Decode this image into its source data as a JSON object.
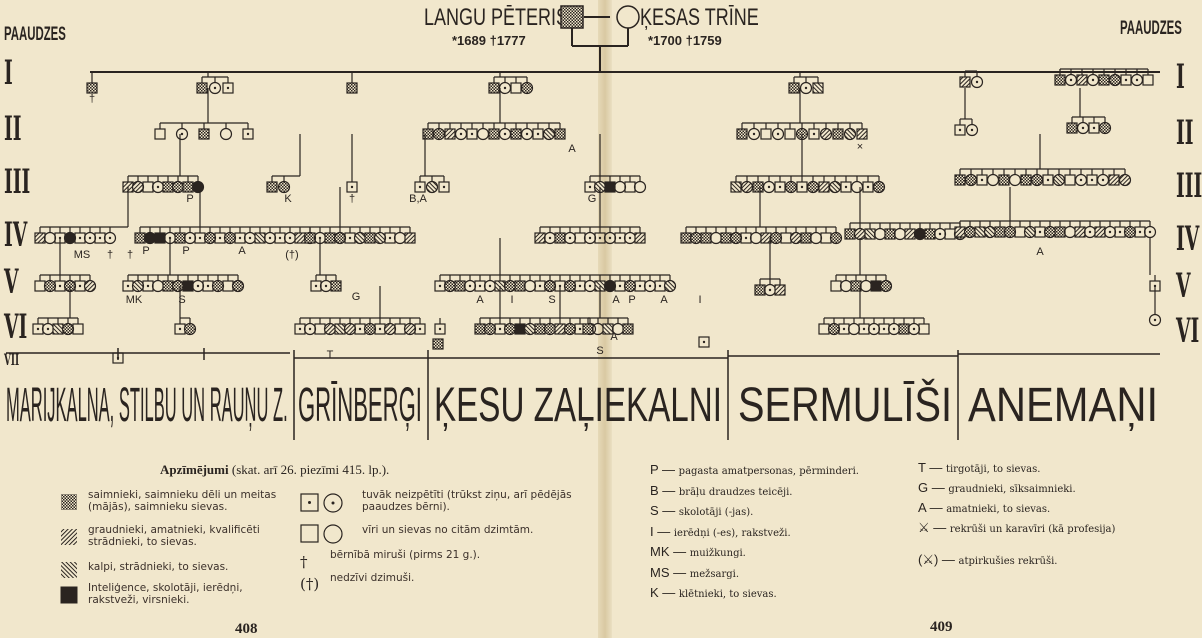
{
  "header": {
    "generations_label_left": "PAAUDZES",
    "generations_label_right": "PAAUDZES",
    "progenitor_male": {
      "name": "LANGU PĒTERIS",
      "dates": "*1689 †1777"
    },
    "progenitor_female": {
      "name": "ĶESAS TRĪNE",
      "dates": "*1700 †1759"
    }
  },
  "generations_left": [
    "I",
    "II",
    "III",
    "IV",
    "V",
    "VI",
    "VII"
  ],
  "generations_right": [
    "I",
    "II",
    "III",
    "IV",
    "V",
    "VI"
  ],
  "branches": [
    {
      "name": "MARIJKALNA, STILBU UN RAUŅU Z."
    },
    {
      "name": "GRĪNBERĢI"
    },
    {
      "name": "ĶESU ZAĻIEKALNI"
    },
    {
      "name": "SERMULĪŠI"
    },
    {
      "name": "ANEMAŅI"
    }
  ],
  "tree_labels": [
    "†",
    "P",
    "K",
    "†",
    "B,A",
    "G",
    "A",
    "†",
    "†",
    "MS",
    "P",
    "P",
    "A",
    "(†)",
    "MK",
    "S",
    "G",
    "A",
    "I",
    "S",
    "A",
    "P",
    "A",
    "I",
    "A",
    "S",
    "T",
    "A",
    "×"
  ],
  "legend": {
    "title_bold": "Apzīmējumi",
    "title_rest": "(skat. arī 26. piezīmi 415. lp.).",
    "symbols": [
      {
        "icon": "checkered-square",
        "text": "saimnieki, saimnieku dēli un meitas (mājās), saimnieku sievas."
      },
      {
        "icon": "hatched-square",
        "text": "graudnieki, amatnieki, kvalificēti strādnieki, to sievas."
      },
      {
        "icon": "striped-square",
        "text": "kalpi, strādnieki, to sievas."
      },
      {
        "icon": "black-square",
        "text": "Inteliģence, skolotāji, ierēdņi, rakstveži, virsnieki."
      },
      {
        "icon": "dotted-square-circle",
        "text": "tuvāk neizpētīti (trūkst ziņu, arī pēdējās paaudzes bērni)."
      },
      {
        "icon": "empty-square-circle",
        "text": "vīri un sievas no citām dzimtām."
      },
      {
        "icon": "cross",
        "glyph": "†",
        "text": "bērnībā miruši (pirms 21 g.)."
      },
      {
        "icon": "bracketed-cross",
        "glyph": "(†)",
        "text": "nedzīvi dzimuši."
      }
    ],
    "abbreviations": [
      {
        "abbr": "P",
        "text": "pagasta amatpersonas, pērminderi."
      },
      {
        "abbr": "B",
        "text": "brāļu draudzes teicēji."
      },
      {
        "abbr": "S",
        "text": "skolotāji (-jas)."
      },
      {
        "abbr": "I",
        "text": "ierēdņi (-es), rakstveži."
      },
      {
        "abbr": "MK",
        "text": "muižkungi."
      },
      {
        "abbr": "MS",
        "text": "mežsargi."
      },
      {
        "abbr": "K",
        "text": "klētnieki, to sievas."
      },
      {
        "abbr": "T",
        "text": "tirgotāji, to sievas."
      },
      {
        "abbr": "G",
        "text": "graudnieki, sīksaimnieki."
      },
      {
        "abbr": "A",
        "text": "amatnieki, to sievas."
      },
      {
        "abbr": "⚔",
        "text": "rekrūši un karavīri (kā profesija)"
      },
      {
        "abbr": "(⚔)",
        "text": "atpirkušies rekrūši."
      }
    ]
  },
  "page_numbers": {
    "left": "408",
    "right": "409"
  },
  "colors": {
    "paper": "#f1e7cc",
    "ink": "#2a2420"
  }
}
